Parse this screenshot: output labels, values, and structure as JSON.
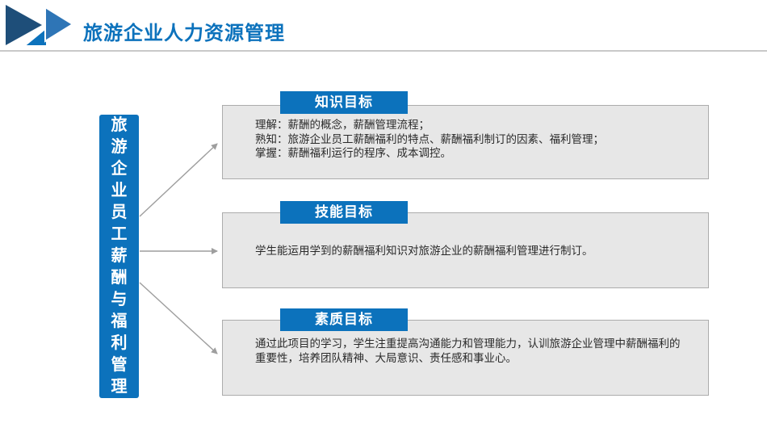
{
  "header": {
    "title": "旅游企业人力资源管理",
    "logo_icon": "double-triangle-arrows"
  },
  "left_box": {
    "label": "旅游企业员工薪酬与福利管理"
  },
  "objectives": [
    {
      "tab": "知识目标",
      "lines": [
        "理解：薪酬的概念，薪酬管理流程；",
        "熟知：旅游企业员工薪酬福利的特点、薪酬福利制订的因素、福利管理；",
        "掌握：薪酬福利运行的程序、成本调控。"
      ]
    },
    {
      "tab": "技能目标",
      "lines": [
        "学生能运用学到的薪酬福利知识对旅游企业的薪酬福利管理进行制订。"
      ]
    },
    {
      "tab": "素质目标",
      "lines": [
        "通过此项目的学习，学生注重提高沟通能力和管理能力，认训旅游企业管理中薪酬福利的重要性，培养团队精神、大局意识、责任感和事业心。"
      ]
    }
  ],
  "colors": {
    "primary_blue": "#0C72BC",
    "dark_triangle": "#1E4E79",
    "mid_triangle": "#2E75B6",
    "bright_triangle": "#0C72BC",
    "panel_gray": "#E7E7E7",
    "panel_border": "#ACACAC",
    "arrow_gray": "#9E9E9E",
    "divider_gray": "#C9C9C9"
  }
}
